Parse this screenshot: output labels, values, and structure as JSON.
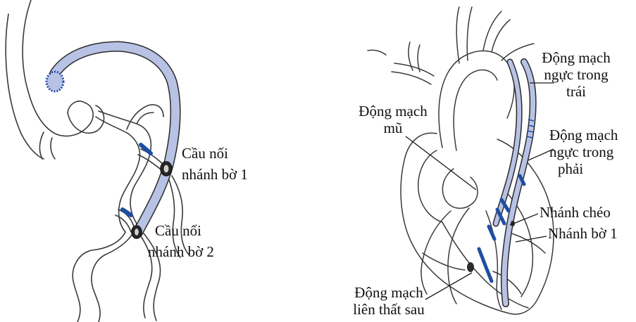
{
  "colors": {
    "graft": "#b8c2e4",
    "graft_outline": "#2b2b2b",
    "anastomosis": "#1f4ea3",
    "outline": "#3a3a3a"
  },
  "left_panel": {
    "labels": {
      "bypass_om1_line1": "Cầu nối",
      "bypass_om1_line2": "nhánh bờ 1",
      "bypass_om2_line1": "Cầu nối",
      "bypass_om2_line2": "nhánh bờ 2"
    }
  },
  "right_panel": {
    "labels": {
      "lima_line1": "Động mạch",
      "lima_line2": "ngực trong",
      "lima_line3": "trái",
      "circumflex_line1": "Động mạch",
      "circumflex_line2": "mũ",
      "rima_line1": "Động mạch",
      "rima_line2": "ngực trong",
      "rima_line3": "phải",
      "diagonal": "Nhánh chéo",
      "om1": "Nhánh bờ 1",
      "pda_line1": "Động mạch",
      "pda_line2": "liên thất sau"
    }
  }
}
